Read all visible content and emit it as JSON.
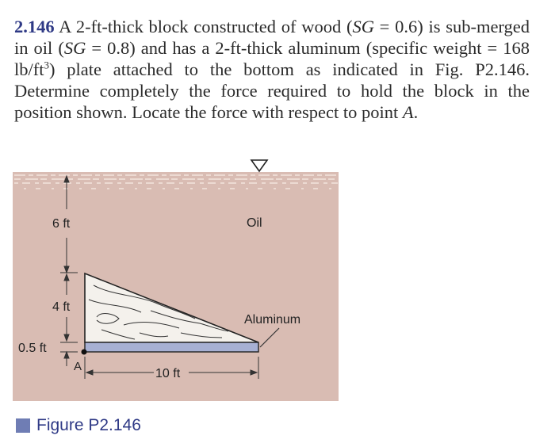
{
  "problem": {
    "number": "2.146",
    "t1": " A 2-ft-thick block constructed of wood (",
    "sg1": "SG",
    "t2": " = 0.6) is sub-merged in oil (",
    "sg2": "SG",
    "t3": " = 0.8) and has a 2-ft-thick aluminum (specific weight = 168 lb/ft",
    "exp": "3",
    "t4": ") plate attached to the bottom as indicated in Fig. P2.146. Determine completely the force required to hold the block in the position shown. Locate the force with respect to point ",
    "pointA": "A",
    "t5": "."
  },
  "figure": {
    "labels": {
      "depth_top": "6 ft",
      "height_block": "4 ft",
      "plate_thickness": "0.5 ft",
      "length": "10 ft",
      "point": "A",
      "fluid": "Oil",
      "plate": "Aluminum"
    },
    "caption": "Figure P2.146",
    "colors": {
      "oil": "#d9bcb3",
      "wood": "#f4f1ec",
      "plate": "#a7b0d3",
      "caption": "#2f3a86"
    }
  }
}
